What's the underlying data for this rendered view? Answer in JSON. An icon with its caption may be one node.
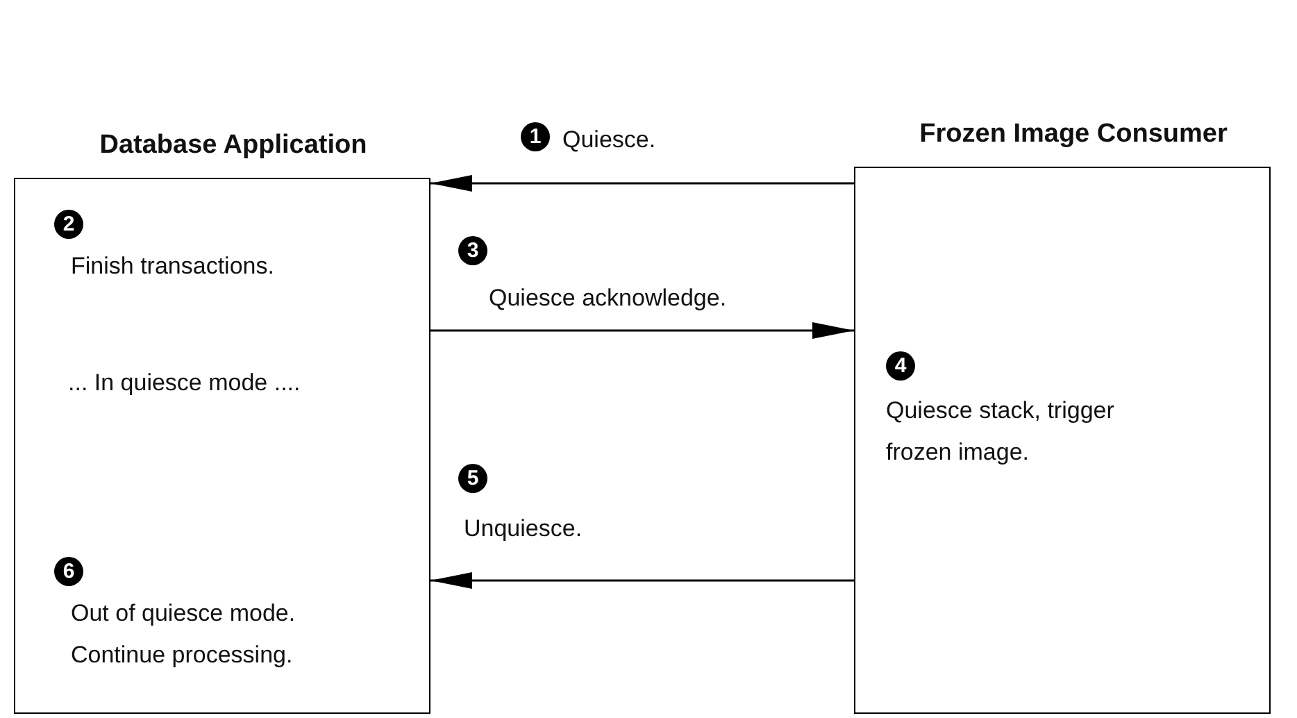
{
  "diagram": {
    "nodes": [
      {
        "text": [
          "Database Application",
          "2",
          "Finish transactions.",
          "... In quiesce mode ....",
          "6",
          "Out of quiesce mode. Continue processing."
        ]
      },
      {
        "text": [
          "Frozen Image Consumer",
          "4",
          "Quiesce stack, trigger frozen image."
        ]
      }
    ],
    "edges": [
      {
        "from": 1,
        "to": 0,
        "arrow": "to",
        "label": "Quiesce."
      },
      {
        "from": 0,
        "to": 1,
        "arrow": "to",
        "label": "Quiesce acknowledge."
      },
      {
        "from": 1,
        "to": 0,
        "arrow": "to",
        "label": "Unquiesce."
      }
    ],
    "labels": [
      "1",
      "3",
      "5"
    ]
  }
}
